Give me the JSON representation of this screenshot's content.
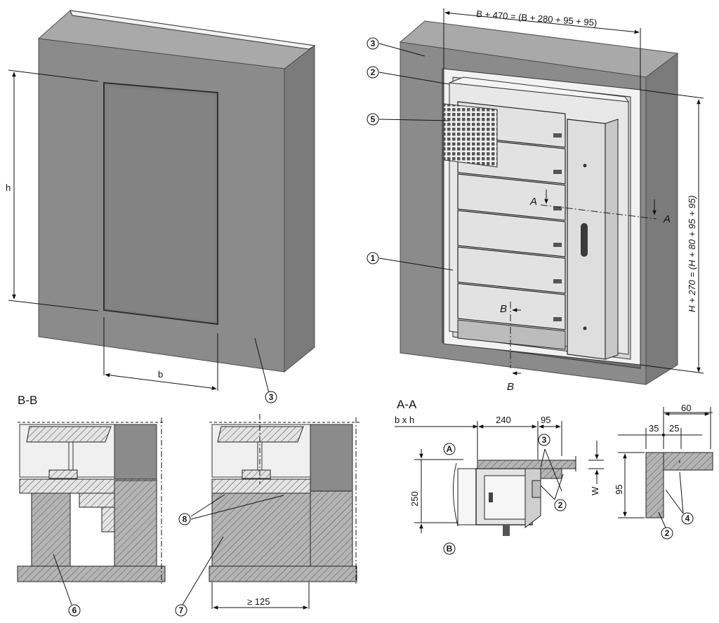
{
  "labels": {
    "h": "h",
    "b": "b",
    "top_dim": "B + 470 = (B + 280 + 95 + 95)",
    "right_dim": "H + 270 = (H + 80 + 95 + 95)",
    "section_a_left": "A",
    "section_a_right": "A",
    "section_b_top": "B",
    "section_b_bottom": "B",
    "bb_title": "B-B",
    "aa_title": "A-A",
    "bxh": "b x h",
    "d240": "240",
    "d95a": "95",
    "d250": "250",
    "w": "W",
    "d60": "60",
    "d35": "35",
    "d25": "25",
    "d95b": "95",
    "d125": "≥ 125",
    "circle_a": "A",
    "circle_b": "B"
  },
  "callouts": {
    "c1": "1",
    "c2": "2",
    "c3": "3",
    "c4": "4",
    "c5": "5",
    "c6": "6",
    "c7": "7",
    "c8": "8"
  }
}
